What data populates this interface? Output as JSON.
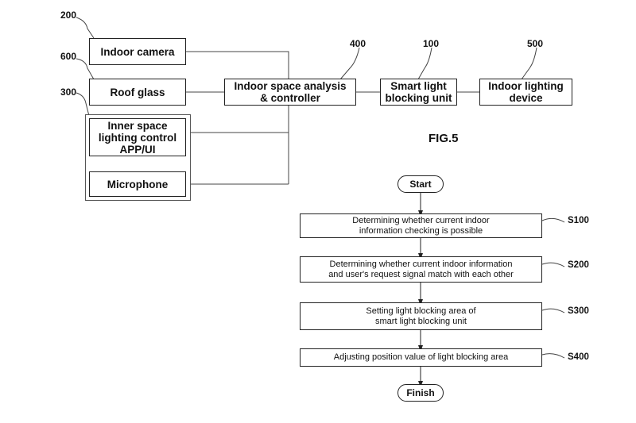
{
  "block_diagram": {
    "indoor_camera": "Indoor camera",
    "roof_glass": "Roof glass",
    "app_ui": "Inner space\nlighting control\nAPP/UI",
    "microphone": "Microphone",
    "controller": "Indoor space analysis\n& controller",
    "smart_light_blocking": "Smart light\nblocking unit",
    "indoor_lighting": "Indoor lighting\ndevice",
    "refs": {
      "camera": "200",
      "roof_glass": "600",
      "app_group": "300",
      "controller": "400",
      "smart_unit": "100",
      "lighting": "500"
    }
  },
  "figure_label": "FIG.5",
  "flowchart": {
    "start": "Start",
    "finish": "Finish",
    "steps": [
      {
        "text": "Determining whether current indoor\ninformation checking is possible",
        "ref": "S100"
      },
      {
        "text": "Determining whether current indoor information\nand user's request signal match with each other",
        "ref": "S200"
      },
      {
        "text": "Setting light blocking area of\nsmart light blocking unit",
        "ref": "S300"
      },
      {
        "text": "Adjusting position value of light blocking area",
        "ref": "S400"
      }
    ]
  }
}
